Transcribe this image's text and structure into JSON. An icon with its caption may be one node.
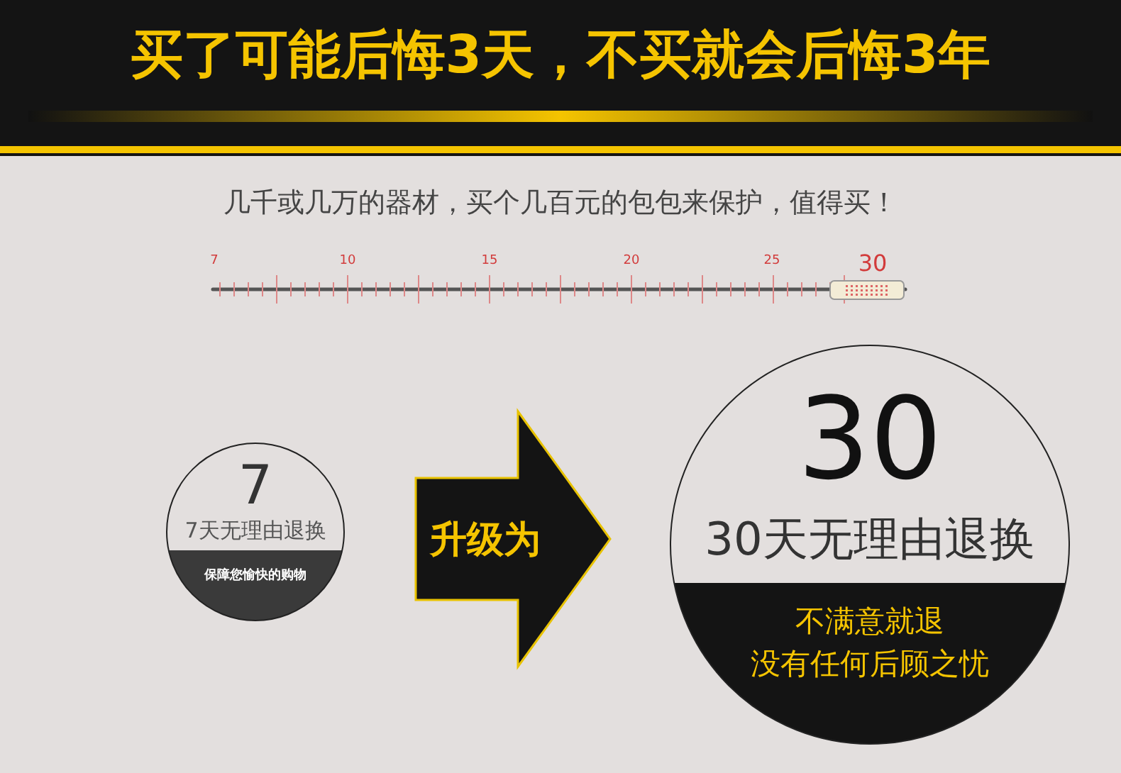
{
  "diagram": {
    "title": "买了可能后悔3天，不买就会后悔3年",
    "nodes": [
      {
        "text": [
          "7",
          "7天无理由退换",
          "保障您愉快的购物"
        ]
      },
      {
        "text": [
          "30",
          "30天无理由退换",
          "不满意就退",
          "没有任何后顾之忧"
        ]
      }
    ],
    "edges": [
      {
        "from": 0,
        "to": 1,
        "arrow": "to",
        "label": "升级为",
        "style": "thick"
      }
    ],
    "labels": [
      "几千或几万的器材，买个几百元的包包来保护，值得买！",
      "7",
      "10",
      "15",
      "20",
      "25",
      "30"
    ]
  }
}
